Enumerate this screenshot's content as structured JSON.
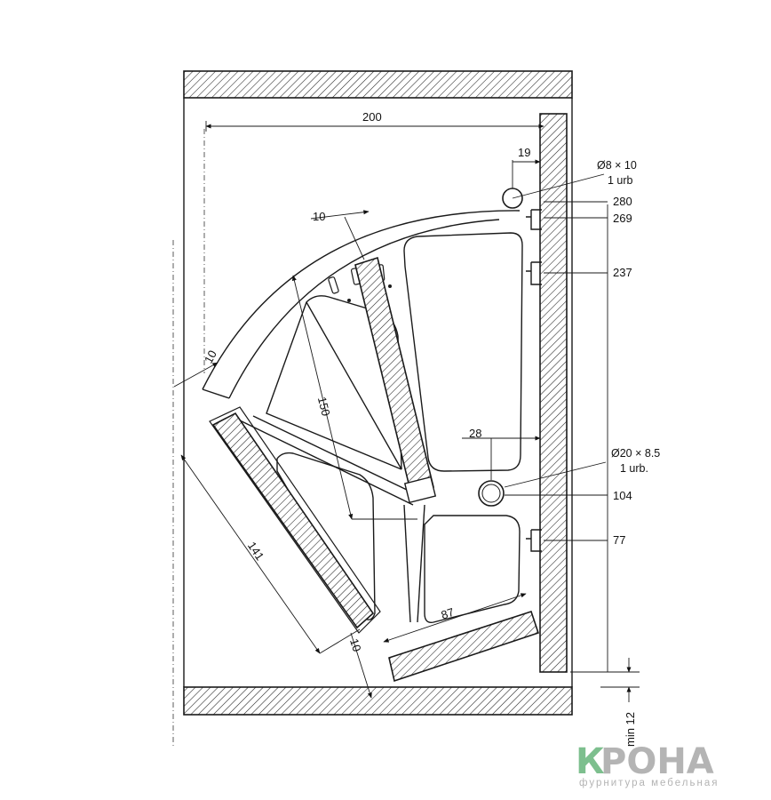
{
  "drawing": {
    "dimensions": {
      "top_width": "200",
      "right_offset": "19",
      "arc_gap": "10",
      "left_gap": "10",
      "lower_gap": "10",
      "tray_height": "150",
      "mid_offset": "28",
      "side_length": "141",
      "bottom_length": "87",
      "min_clearance": "min 12"
    },
    "holes": {
      "small_size": "Ø8 × 10",
      "small_qty": "1 urb",
      "large_size": "Ø20 × 8.5",
      "large_qty": "1 urb."
    },
    "height_marks": [
      "280",
      "269",
      "237",
      "104",
      "77"
    ]
  },
  "brand": {
    "logo_k": "К",
    "logo_rest": "РОНА",
    "tagline": "фурнитура мебельная"
  },
  "colors": {
    "line": "#1a1a1a",
    "logo_green": "#7dbf8e",
    "logo_grey": "#b4b4b4"
  }
}
